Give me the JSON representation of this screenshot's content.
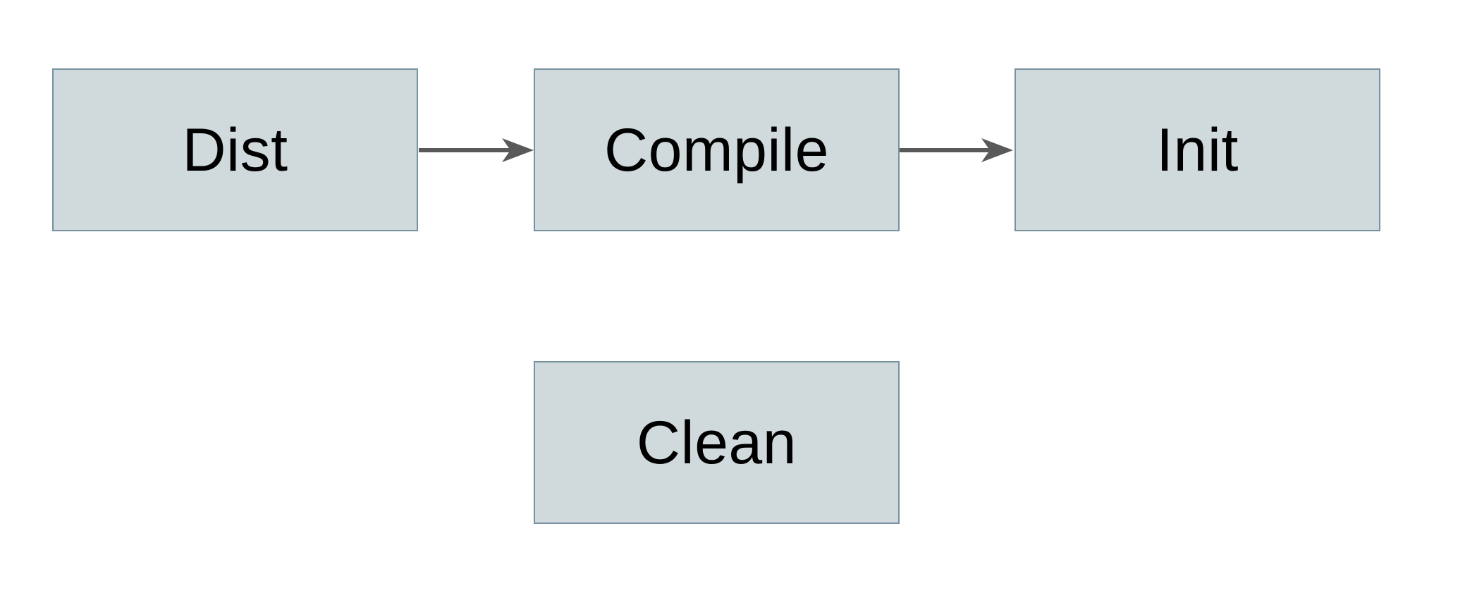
{
  "diagram": {
    "type": "flowchart",
    "nodes": [
      {
        "id": "dist",
        "label": "Dist"
      },
      {
        "id": "compile",
        "label": "Compile"
      },
      {
        "id": "init",
        "label": "Init"
      },
      {
        "id": "clean",
        "label": "Clean"
      }
    ],
    "edges": [
      {
        "from": "Dist",
        "to": "Compile",
        "style": "solid-arrow"
      },
      {
        "from": "Compile",
        "to": "Init",
        "style": "solid-arrow"
      }
    ]
  },
  "colors": {
    "background": "#ffffff",
    "node-fill": "#d0d9dc",
    "node-border": "#7691a0",
    "arrow": "#595959",
    "text": "#000000"
  }
}
